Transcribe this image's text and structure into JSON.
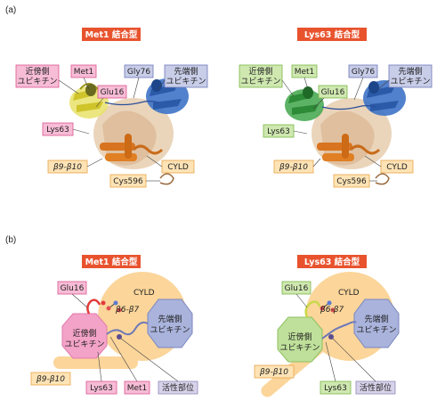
{
  "panel_labels": {
    "a": "(a)",
    "b": "(b)"
  },
  "a_left": {
    "title": "Met1 結合型",
    "proximal": [
      "近傍側",
      "ユビキチン"
    ],
    "met1": "Met1",
    "gly76": "Gly76",
    "distal": [
      "先端側",
      "ユビキチン"
    ],
    "glu16": "Glu16",
    "lys63": "Lys63",
    "beta910": "β9-β10",
    "cyld": "CYLD",
    "cys596": "Cys596"
  },
  "a_right": {
    "title": "Lys63 結合型",
    "proximal": [
      "近傍側",
      "ユビキチン"
    ],
    "met1": "Met1",
    "gly76": "Gly76",
    "distal": [
      "先端側",
      "ユビキチン"
    ],
    "glu16": "Glu16",
    "lys63": "Lys63",
    "beta910": "β9-β10",
    "cyld": "CYLD",
    "cys596": "Cys596"
  },
  "b_left": {
    "title": "Met1 結合型",
    "glu16": "Glu16",
    "cyld": "CYLD",
    "beta67": "β6-β7",
    "proximal": [
      "近傍側",
      "ユビキチン"
    ],
    "distal": [
      "先端側",
      "ユビキチン"
    ],
    "beta910": "β9-β10",
    "lys63": "Lys63",
    "met1": "Met1",
    "active": "活性部位"
  },
  "b_right": {
    "title": "Lys63 結合型",
    "glu16": "Glu16",
    "cyld": "CYLD",
    "beta67": "β6-β7",
    "proximal": [
      "近傍側",
      "ユビキチン"
    ],
    "distal": [
      "先端側",
      "ユビキチン"
    ],
    "beta910": "β9-β10",
    "lys63": "Lys63",
    "active": "活性部位"
  },
  "colors": {
    "title_bg": "#e8532e",
    "pink": "#f7bcd6",
    "pink_border": "#d9568f",
    "green": "#cfe8b0",
    "green_border": "#7ab648",
    "blue": "#c8cde8",
    "blue_border": "#6d78b8",
    "orange": "#fde3b5",
    "orange_border": "#e9a54a",
    "cyld_body": "#fbd59a"
  }
}
